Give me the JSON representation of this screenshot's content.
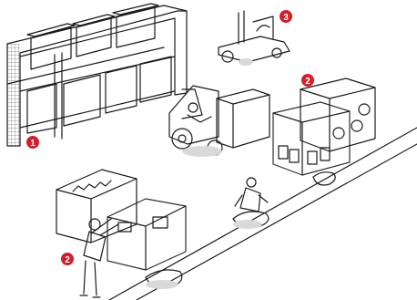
{
  "accent_color": "#d0202a",
  "markers": [
    {
      "id": "marker-1",
      "label": "1"
    },
    {
      "id": "marker-2-upper",
      "label": "2"
    },
    {
      "id": "marker-3",
      "label": "3"
    },
    {
      "id": "marker-2-lower",
      "label": "2"
    }
  ]
}
